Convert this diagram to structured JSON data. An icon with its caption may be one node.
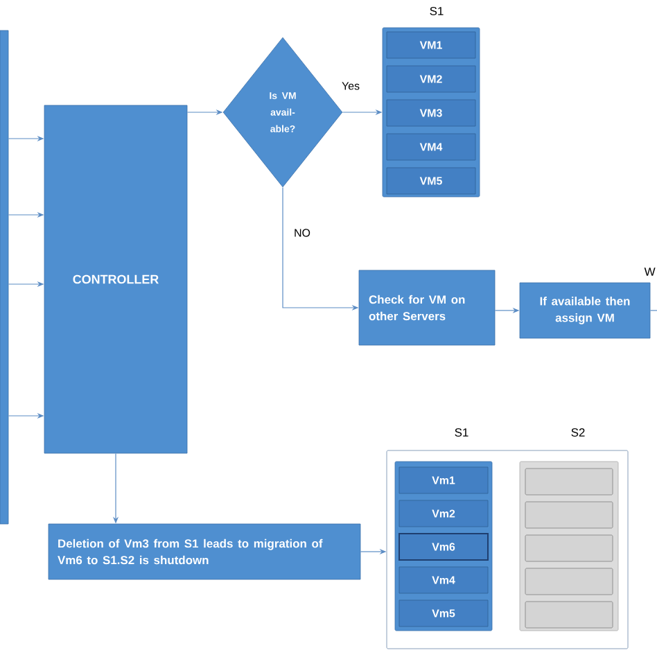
{
  "diagram": {
    "nodes": [
      {
        "text": [],
        "shape": "bar"
      },
      {
        "text": [
          "CONTROLLER"
        ]
      },
      {
        "text": [
          "Is VM avail- able?"
        ]
      },
      {
        "text": [],
        "shape": "box"
      },
      {
        "text": [
          "VM1"
        ],
        "in": 3
      },
      {
        "text": [
          "VM2"
        ],
        "in": 3
      },
      {
        "text": [
          "VM3"
        ],
        "in": 3
      },
      {
        "text": [
          "VM4"
        ],
        "in": 3
      },
      {
        "text": [
          "VM5"
        ],
        "in": 3
      },
      {
        "text": [
          "Check for VM on other Servers"
        ]
      },
      {
        "text": [
          "If available then assign VM"
        ]
      },
      {
        "text": [
          "Deletion of Vm3 from S1 leads to migration of Vm6 to S1.S2 is shutdown"
        ]
      },
      {
        "text": [],
        "shape": "box"
      },
      {
        "text": [],
        "shape": "box",
        "in": 12
      },
      {
        "text": [
          "Vm1"
        ],
        "in": 13
      },
      {
        "text": [
          "Vm2"
        ],
        "in": 13
      },
      {
        "text": [
          "Vm6"
        ],
        "in": 13
      },
      {
        "text": [
          "Vm4"
        ],
        "in": 13
      },
      {
        "text": [
          "Vm5"
        ],
        "in": 13
      },
      {
        "text": [],
        "shape": "box",
        "in": 12
      },
      {
        "text": [],
        "shape": "box",
        "in": 19
      },
      {
        "text": [],
        "shape": "box",
        "in": 19
      },
      {
        "text": [],
        "shape": "box",
        "in": 19
      },
      {
        "text": [],
        "shape": "box",
        "in": 19
      },
      {
        "text": [],
        "shape": "box",
        "in": 19
      }
    ],
    "edges": [
      {
        "from": 0,
        "to": 1,
        "arrow": "to"
      },
      {
        "from": 0,
        "to": 1,
        "arrow": "to"
      },
      {
        "from": 0,
        "to": 1,
        "arrow": "to"
      },
      {
        "from": 0,
        "to": 1,
        "arrow": "to"
      },
      {
        "from": 1,
        "to": 2,
        "arrow": "to"
      },
      {
        "from": 2,
        "to": 3,
        "arrow": "to",
        "label": "Yes"
      },
      {
        "from": 2,
        "to": 9,
        "arrow": "to",
        "label": "NO"
      },
      {
        "from": 9,
        "to": 10,
        "arrow": "to"
      },
      {
        "from": 10,
        "to": null,
        "arrow": "none"
      },
      {
        "from": 1,
        "to": 11,
        "arrow": "to"
      },
      {
        "from": 11,
        "to": 12,
        "arrow": "to"
      }
    ],
    "labels": [
      "S1",
      "W",
      "S1",
      "S2"
    ]
  }
}
